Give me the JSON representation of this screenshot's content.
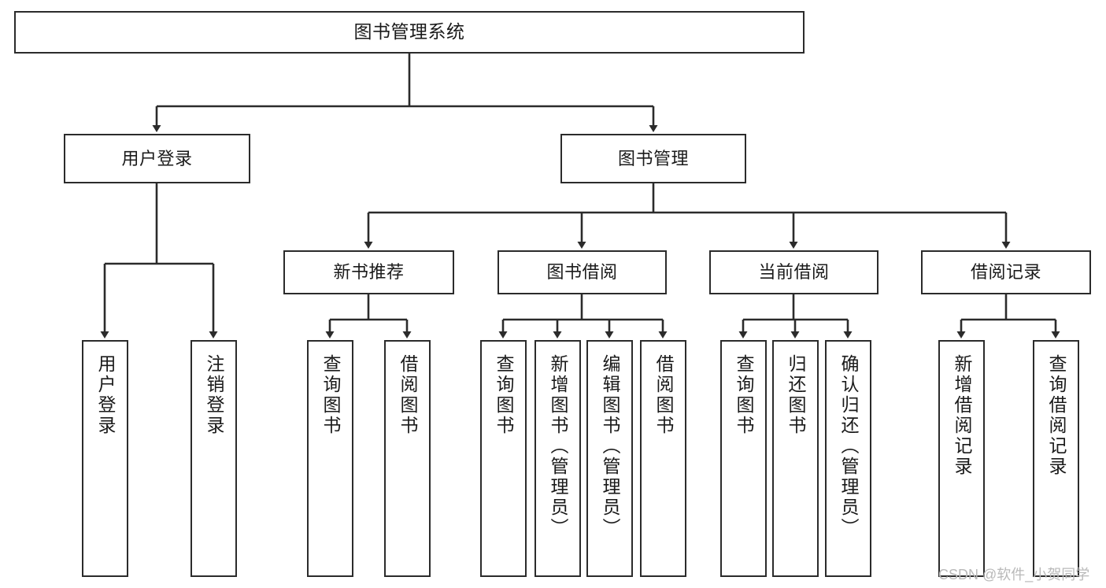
{
  "diagram": {
    "title": "图书管理系统",
    "type": "functional-structure-tree",
    "watermark": "CSDN @软件_小贺同学",
    "colors": {
      "box_border": "#2b2b2b",
      "box_fill": "#ffffff",
      "edge": "#2b2b2b",
      "text": "#1a1a1a",
      "watermark": "#b9b9b9",
      "background": "#ffffff"
    },
    "nodes": {
      "root": {
        "label": "图书管理系统"
      },
      "level2": [
        {
          "id": "user-login",
          "label": "用户登录"
        },
        {
          "id": "book-management",
          "label": "图书管理"
        }
      ],
      "level3": [
        {
          "id": "new-book-recommend",
          "label": "新书推荐"
        },
        {
          "id": "book-borrow",
          "label": "图书借阅"
        },
        {
          "id": "current-borrow",
          "label": "当前借阅"
        },
        {
          "id": "borrow-record",
          "label": "借阅记录"
        }
      ],
      "leaves": {
        "user-login": [
          {
            "id": "leaf-user-login",
            "label": "用户登录"
          },
          {
            "id": "leaf-user-logout",
            "label": "注销登录"
          }
        ],
        "new-book-recommend": [
          {
            "id": "leaf-query-book-1",
            "label": "查询图书"
          },
          {
            "id": "leaf-borrow-book-1",
            "label": "借阅图书"
          }
        ],
        "book-borrow": [
          {
            "id": "leaf-query-book-2",
            "label": "查询图书"
          },
          {
            "id": "leaf-add-book",
            "label": "新增图书（管理员）"
          },
          {
            "id": "leaf-edit-book",
            "label": "编辑图书（管理员）"
          },
          {
            "id": "leaf-borrow-book-2",
            "label": "借阅图书"
          }
        ],
        "current-borrow": [
          {
            "id": "leaf-query-book-3",
            "label": "查询图书"
          },
          {
            "id": "leaf-return-book",
            "label": "归还图书"
          },
          {
            "id": "leaf-confirm-return",
            "label": "确认归还（管理员）"
          }
        ],
        "borrow-record": [
          {
            "id": "leaf-add-record",
            "label": "新增借阅记录"
          },
          {
            "id": "leaf-query-record",
            "label": "查询借阅记录"
          }
        ]
      }
    }
  }
}
